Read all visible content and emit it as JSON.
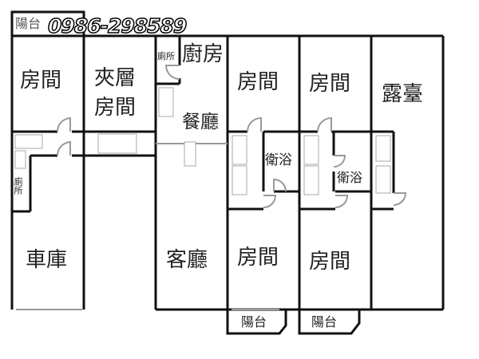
{
  "phone": "0986-298589",
  "rooms": {
    "top_balcony": "陽台",
    "bedroom_left": "房間",
    "mezzanine": "夾層",
    "mezzanine_room": "房間",
    "small_toilet_top": "廁所",
    "kitchen": "廚房",
    "dining": "餐廳",
    "bedroom_3": "房間",
    "bedroom_4": "房間",
    "terrace": "露臺",
    "bath_1": "衛浴",
    "bath_2": "衛浴",
    "small_toilet_left": "廁所",
    "garage": "車庫",
    "living": "客廳",
    "bedroom_5": "房間",
    "bedroom_6": "房間",
    "balcony_1": "陽台",
    "balcony_2": "陽台"
  }
}
